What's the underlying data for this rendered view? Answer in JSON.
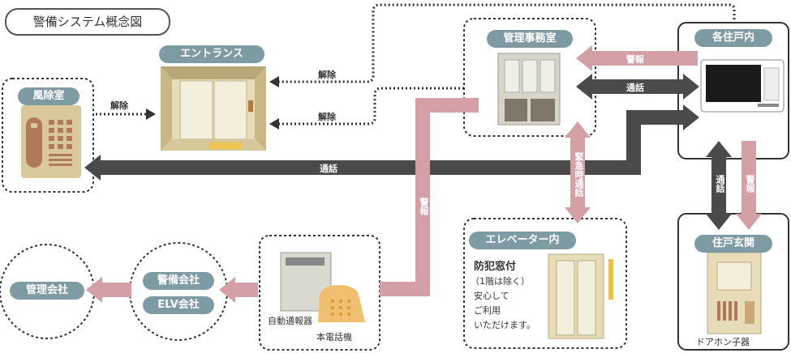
{
  "title": "警備システム概念図",
  "nodes": {
    "entrance": "エントランス",
    "vestibule": "風除室",
    "office": "管理事務室",
    "units": "各住戸内",
    "entry": "住戸玄関",
    "elevator": "エレベーター内",
    "mgmt_company": "管理会社",
    "security_company": "警備会社",
    "elv_company": "ELV会社"
  },
  "labels": {
    "release1": "解除",
    "release2": "解除",
    "release3": "解除",
    "alarm_office": "警報",
    "call_office": "通話",
    "call_main": "通話",
    "alarm_left": "警報",
    "emergency_call": "緊急時通話",
    "call_entry": "通話",
    "alarm_entry": "警報"
  },
  "equipment": {
    "auto_dialer": "自動通報器",
    "main_phone": "本電話機",
    "door_slave": "ドアホン子器"
  },
  "elevator_text": {
    "heading": "防犯窓付",
    "line1": "（1階は除く）",
    "line2": "安心して",
    "line3": "ご利用",
    "line4": "いただけます。"
  },
  "colors": {
    "pink": "#d4a0a5",
    "dark": "#4a4a4a",
    "pill": "#7e9aa3",
    "wood": "#d9c99a",
    "brown": "#b07a5a"
  }
}
